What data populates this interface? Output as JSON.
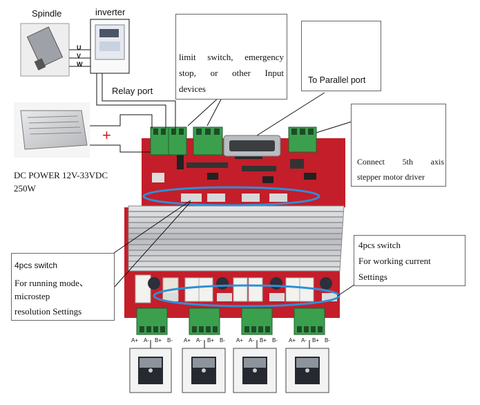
{
  "labels": {
    "spindle": "Spindle",
    "inverter": "inverter",
    "uvw": [
      "U",
      "V",
      "W"
    ],
    "relay_port": "Relay port",
    "plus_sign": "+",
    "dc_power_line1": "DC POWER 12V-33VDC",
    "dc_power_line2": "250W",
    "limit_switch_line1_words": [
      "limit",
      "switch,",
      "emergency"
    ],
    "limit_switch_line2_words": [
      "stop,",
      "or",
      "other",
      "Input"
    ],
    "limit_switch_line3": "devices",
    "parallel_port": "To Parallel port",
    "fifth_axis_line1_words": [
      "Connect",
      "5th",
      "axis"
    ],
    "fifth_axis_line2": "stepper motor driver",
    "running_mode_line1": "4pcs switch",
    "running_mode_line2": "For running mode、",
    "running_mode_line3": "microstep",
    "running_mode_line4": "resolution Settings",
    "current_line1": "4pcs switch",
    "current_line2": "For working current",
    "current_line3": "Settings",
    "motor_pins": [
      "A+",
      "A-",
      "B+",
      "B-"
    ]
  },
  "colors": {
    "pcb": "#c41e2a",
    "terminal": "#3aa04e",
    "heatsink": "#c9cbce",
    "highlight_ellipse": "#2e8fd8",
    "plus_sign": "#d41a1a"
  }
}
